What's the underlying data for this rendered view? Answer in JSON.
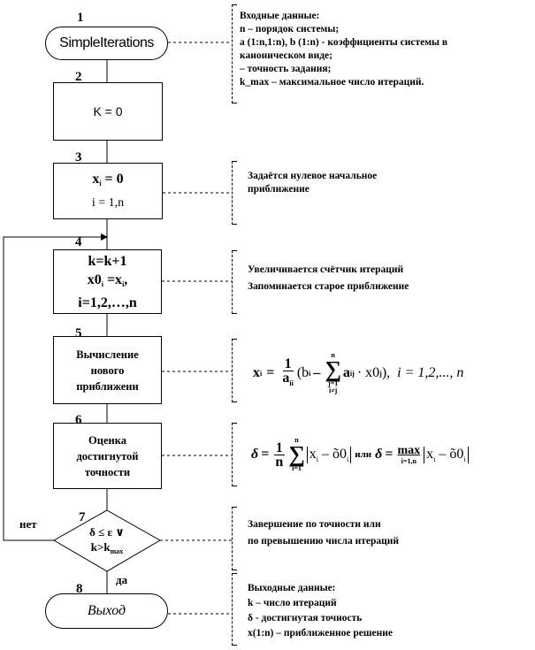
{
  "blocks": {
    "b1": {
      "num": "1",
      "label": "SimpleIterations"
    },
    "b2": {
      "num": "2",
      "label": "K = 0"
    },
    "b3": {
      "num": "3",
      "line1": "x",
      "line1_sub": "i",
      "line1_rest": " = 0",
      "line2": "i = 1,n"
    },
    "b4": {
      "num": "4",
      "line1": "k=k+1",
      "line2a": "x0",
      "line2_sub": "i",
      "line2b": " =x",
      "line2_sub2": "i",
      "line2c": ",",
      "line3": "i=1,2,…,n"
    },
    "b5": {
      "num": "5",
      "line1": "Вычисление",
      "line2": "нового",
      "line3": "приближени"
    },
    "b6": {
      "num": "6",
      "line1": "Оценка",
      "line2": "достигнутой",
      "line3": "точности"
    },
    "b7": {
      "num": "7",
      "line1": "δ ≤ ε ∨",
      "line2a": "k>k",
      "line2_sub": "max"
    },
    "b8": {
      "num": "8",
      "label": "Выход"
    }
  },
  "edges": {
    "no": "нет",
    "yes": "да"
  },
  "notes": {
    "n1": [
      "Входные данные:",
      "n – порядок системы;",
      "a (1:n,1:n),  b (1:n)  - коэффициенты  системы в",
      "каноническом виде;",
      "– точность задания;",
      "k_max – максимальное число итераций."
    ],
    "n3": [
      "Задаётся нулевое начальное",
      "приближение"
    ],
    "n4": [
      "Увеличивается счётчик итераций",
      "Запоминается старое приближение"
    ],
    "n7": [
      "Завершение по точности или",
      "по превышению числа итераций"
    ],
    "n8": [
      "Выходные данные:",
      "k – число итераций",
      "δ - достигнутая точность",
      "x(1:n)  – приближенное решение"
    ]
  },
  "formulas": {
    "f5": {
      "lhs": "x",
      "lhs_sub": "i",
      "eq": "=",
      "frac_n": "1",
      "frac_d": "a",
      "frac_d_sub": "ii",
      "body": "(b",
      "body_sub": "i",
      "minus": "–",
      "sum_top": "n",
      "sum_bot1": "j=1",
      "sum_bot2": "i≠j",
      "term": "a",
      "term_sub": "ij",
      "dot": "· x0",
      "x0_sub": "j",
      "close": "),",
      "range": "i = 1,2,..., n"
    },
    "f6": {
      "delta": "δ",
      "eq": "=",
      "frac_n": "1",
      "frac_d": "n",
      "sum_top": "n",
      "sum_bot": "i=1",
      "abs1": "x",
      "abs1_sub": "i",
      "abs_minus": " – õ0",
      "abs2_sub": "i",
      "or": "или",
      "delta2": "δ",
      "eq2": "=",
      "max": "max",
      "max_sub": "i=1,n",
      "abs3": "x",
      "abs3_sub": "i",
      "abs3_minus": " – õ0",
      "abs4_sub": "i"
    }
  }
}
